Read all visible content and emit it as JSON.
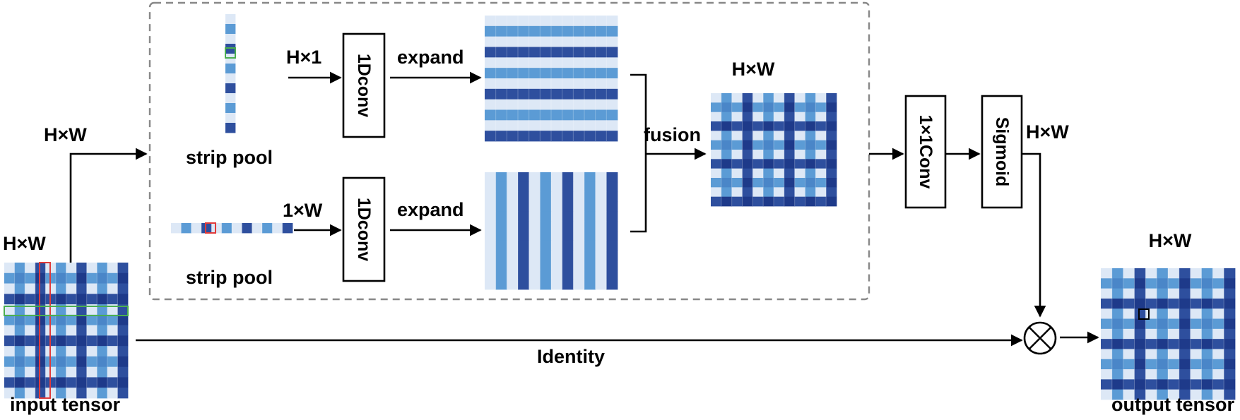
{
  "labels": {
    "hxw_input": "H×W",
    "hxw_branch": "H×W",
    "hx1": "H×1",
    "onexw": "1×W",
    "expand_top": "expand",
    "expand_bottom": "expand",
    "strip_pool_top": "strip pool",
    "strip_pool_bottom": "strip pool",
    "conv1d_top": "1Dconv",
    "conv1d_bottom": "1Dconv",
    "fusion": "fusion",
    "hxw_fused": "H×W",
    "conv1x1": "1×1Conv",
    "sigmoid": "Sigmoid",
    "hxw_sigmoid": "H×W",
    "hxw_output": "H×W",
    "identity": "Identity",
    "input_tensor": "input tensor",
    "output_tensor": "output tensor",
    "multiply_symbol": "⊗"
  },
  "colors": {
    "light_cell": "#dde8f6",
    "mid_blue": "#5b9bd5",
    "dark_blue": "#2e4f9e",
    "deep_blue": "#1e3a8a",
    "highlight_red": "#e03b3b",
    "highlight_green": "#4caf50",
    "dashed_border": "#888888"
  },
  "icons": {
    "multiply": "circle-times-icon",
    "arrow": "arrow-right-icon"
  }
}
